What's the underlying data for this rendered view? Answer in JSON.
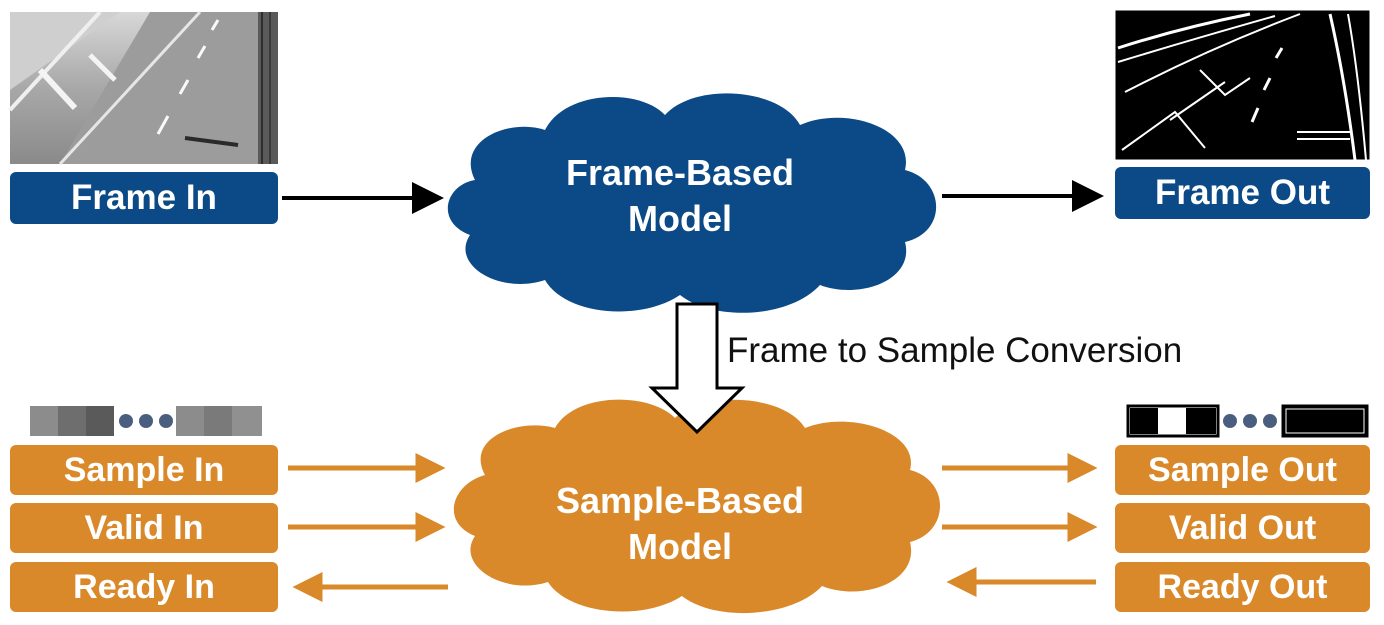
{
  "frame_based": {
    "input_label": "Frame In",
    "output_label": "Frame Out",
    "model_line1": "Frame-Based",
    "model_line2": "Model"
  },
  "conversion": {
    "label": "Frame to Sample Conversion"
  },
  "sample_based": {
    "model_line1": "Sample-Based",
    "model_line2": "Model",
    "inputs": [
      "Sample In",
      "Valid In",
      "Ready In"
    ],
    "outputs": [
      "Sample Out",
      "Valid Out",
      "Ready Out"
    ]
  },
  "colors": {
    "blue": "#0b4a86",
    "orange": "#d9892a",
    "dot": "#4a5f80"
  }
}
